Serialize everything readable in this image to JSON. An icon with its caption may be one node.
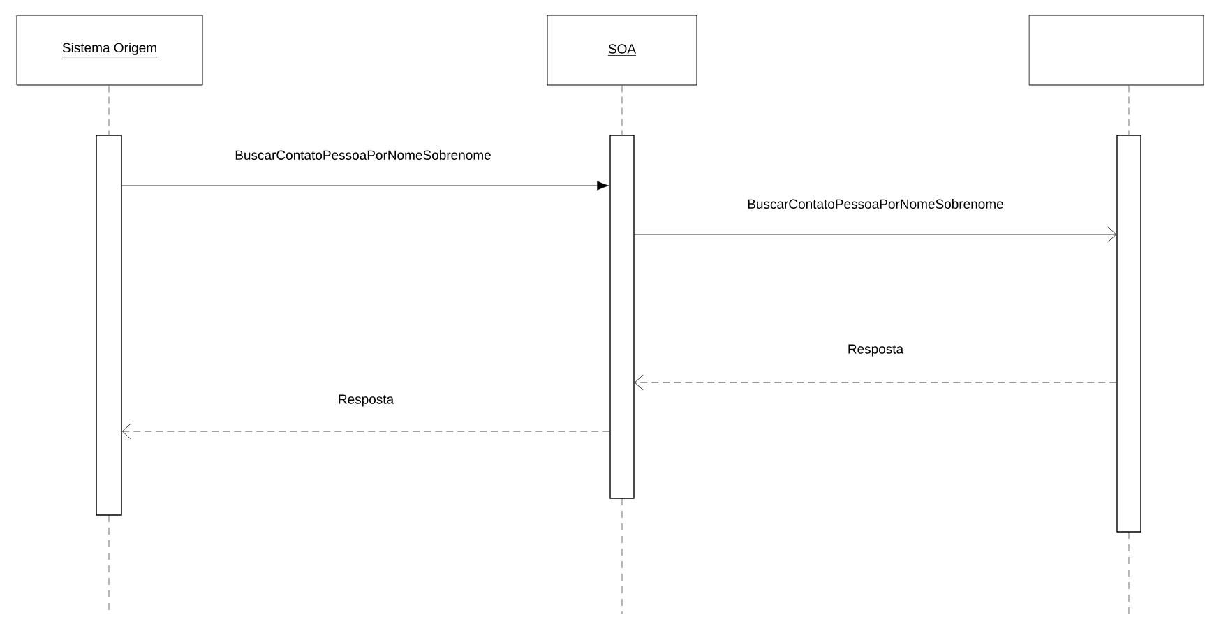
{
  "diagram": {
    "nodes": [
      {
        "text": [
          "Sistema Origem"
        ]
      },
      {
        "text": [
          "SOA"
        ]
      },
      {
        "text": [],
        "shape": "box"
      },
      {
        "text": [],
        "shape": "bar"
      },
      {
        "text": [],
        "shape": "bar"
      },
      {
        "text": [],
        "shape": "bar"
      }
    ],
    "edges": [
      {
        "from": 0,
        "to": 3,
        "arrow": "none",
        "style": "dashed"
      },
      {
        "from": 1,
        "to": 4,
        "arrow": "none",
        "style": "dashed"
      },
      {
        "from": 2,
        "to": 5,
        "arrow": "none",
        "style": "dashed"
      },
      {
        "from": 3,
        "to": 4,
        "arrow": "to",
        "label": "BuscarContatoPessoaPorNomeSobrenome"
      },
      {
        "from": 4,
        "to": 5,
        "arrow": "to",
        "label": "BuscarContatoPessoaPorNomeSobrenome"
      },
      {
        "from": 5,
        "to": 4,
        "arrow": "to",
        "label": "Resposta",
        "style": "dashed"
      },
      {
        "from": 4,
        "to": 3,
        "arrow": "to",
        "label": "Resposta",
        "style": "dashed"
      }
    ]
  }
}
